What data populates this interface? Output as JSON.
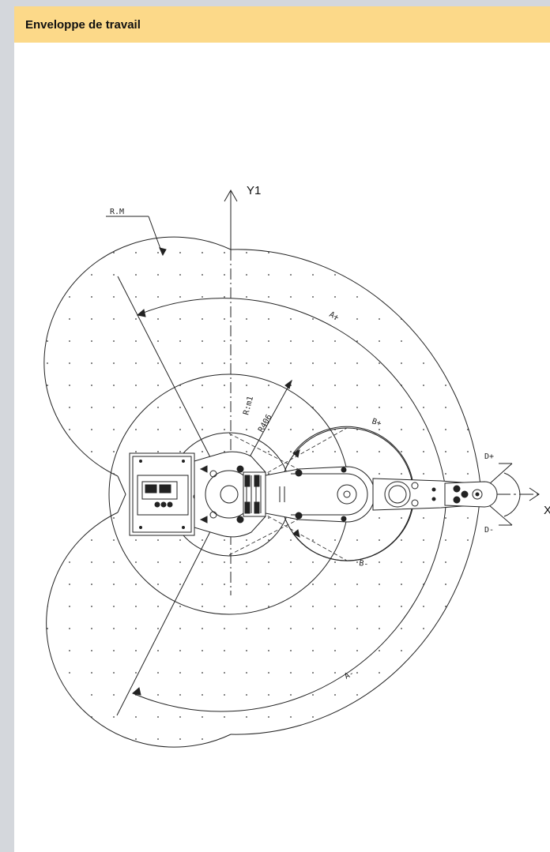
{
  "header": {
    "title": "Enveloppe de travail"
  },
  "diagram": {
    "axis_y_label": "Y1",
    "axis_x_label": "X",
    "labels": {
      "rm": "R.M",
      "rm1": "R.m1",
      "r406": "R406",
      "a_plus": "A+",
      "a_minus": "A-",
      "b_plus": "B+",
      "b_minus": "B-",
      "d_plus": "D+",
      "d_minus": "D-"
    }
  }
}
